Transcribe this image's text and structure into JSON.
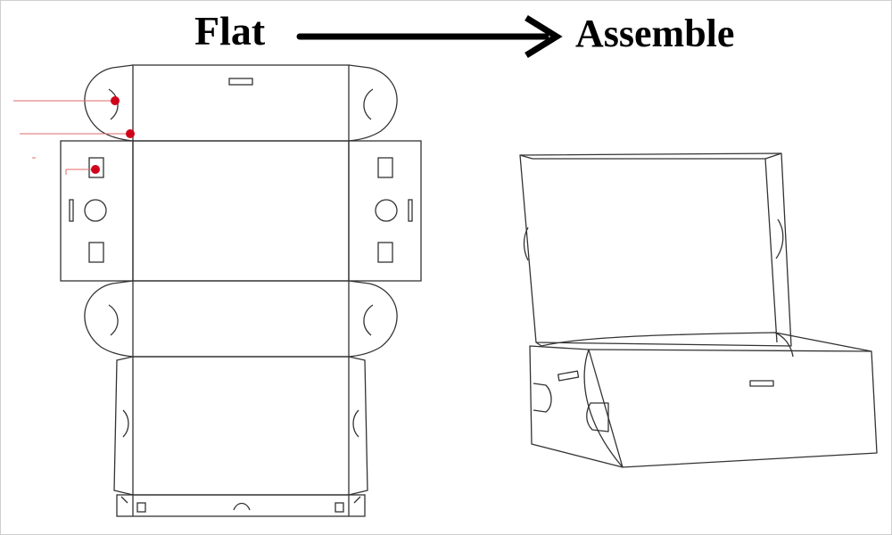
{
  "labels": {
    "flat": "Flat",
    "assemble": "Assemble"
  },
  "colors": {
    "line": "#333333",
    "arrow": "#000000",
    "marker": "#d0021b",
    "leader": "#e06a6a"
  },
  "icons": {
    "arrow": "right-arrow-icon",
    "marker": "red-dot-marker"
  }
}
